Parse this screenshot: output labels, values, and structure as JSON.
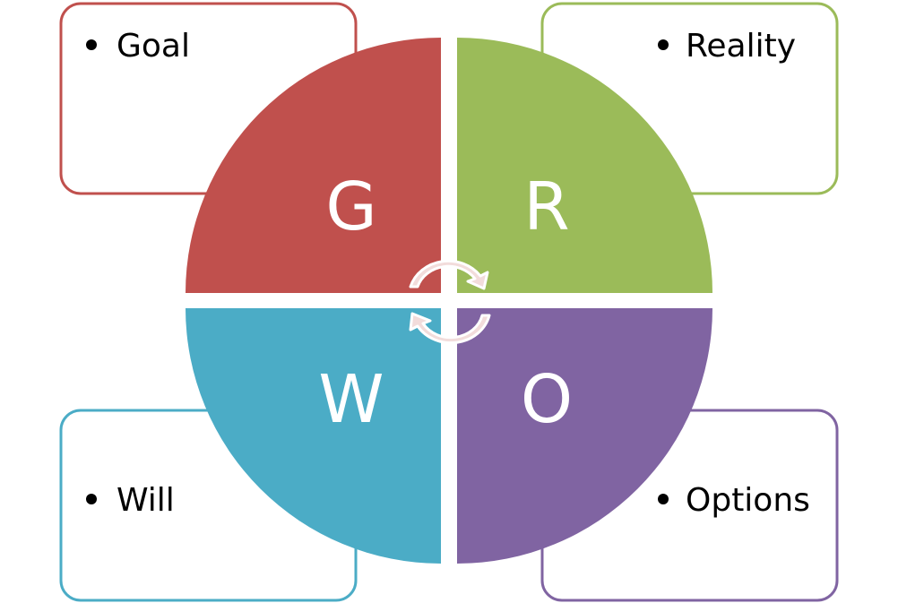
{
  "title": "GROW model",
  "colors": {
    "goal": "#c0504d",
    "reality": "#9bbb59",
    "will": "#4bacc6",
    "options": "#8064a2",
    "arrow": "#f2dcdb"
  },
  "quadrants": [
    {
      "key": "goal",
      "letter": "G",
      "label": "Goal"
    },
    {
      "key": "reality",
      "letter": "R",
      "label": "Reality"
    },
    {
      "key": "will",
      "letter": "W",
      "label": "Will"
    },
    {
      "key": "options",
      "letter": "O",
      "label": "Options"
    }
  ]
}
